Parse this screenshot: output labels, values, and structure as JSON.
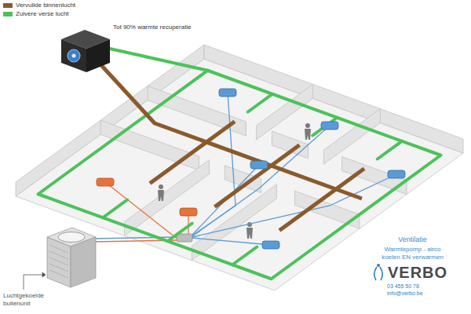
{
  "diagram": {
    "labels": [
      "Tot 90% warmte recuperatie",
      "Luchtgekoelde buitenunit",
      "Ventilatie",
      "Warmtepomp - airco koelen EN verwarmen",
      "VERBO",
      "03 455 50 78",
      "info@verbo.be"
    ],
    "legend": [
      {
        "text": "Vervuilde binnenlucht",
        "color": "#8b5a2b"
      },
      {
        "text": "Zuivere verse lucht",
        "color": "#4cc25a"
      }
    ]
  }
}
